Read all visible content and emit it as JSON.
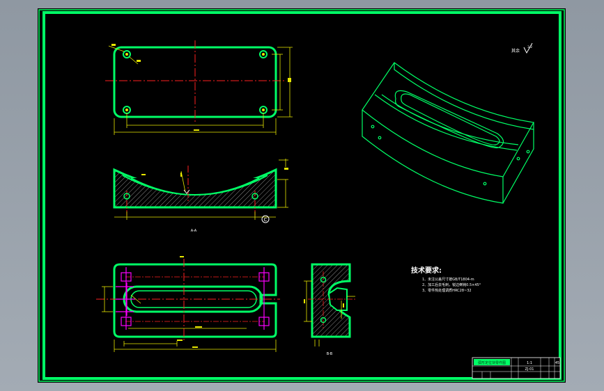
{
  "drawing": {
    "roughness_label": "其余",
    "roughness_value": "3.2",
    "tech_req_title": "技术要求:",
    "tech_req_items": [
      "1、未注公差尺寸按GB/T1804-m",
      "2、加工后去毛刺，锐边倒钝0.5×45°",
      "3、零件热处理调质HRC28~32"
    ],
    "section_label_aa": "A-A",
    "section_label_bb": "B-B",
    "detail_marker": "C"
  },
  "title_block": {
    "name": "弧形定位块零件图",
    "ratio": "1:1",
    "drawing_no": "ZJ-01",
    "material": "45"
  },
  "colors": {
    "outline": "#00ff66",
    "centerline": "#ff2020",
    "dimension": "#e8e800",
    "magenta": "#ff00ff",
    "hatch": "#c8c8c8",
    "background": "#000000"
  }
}
